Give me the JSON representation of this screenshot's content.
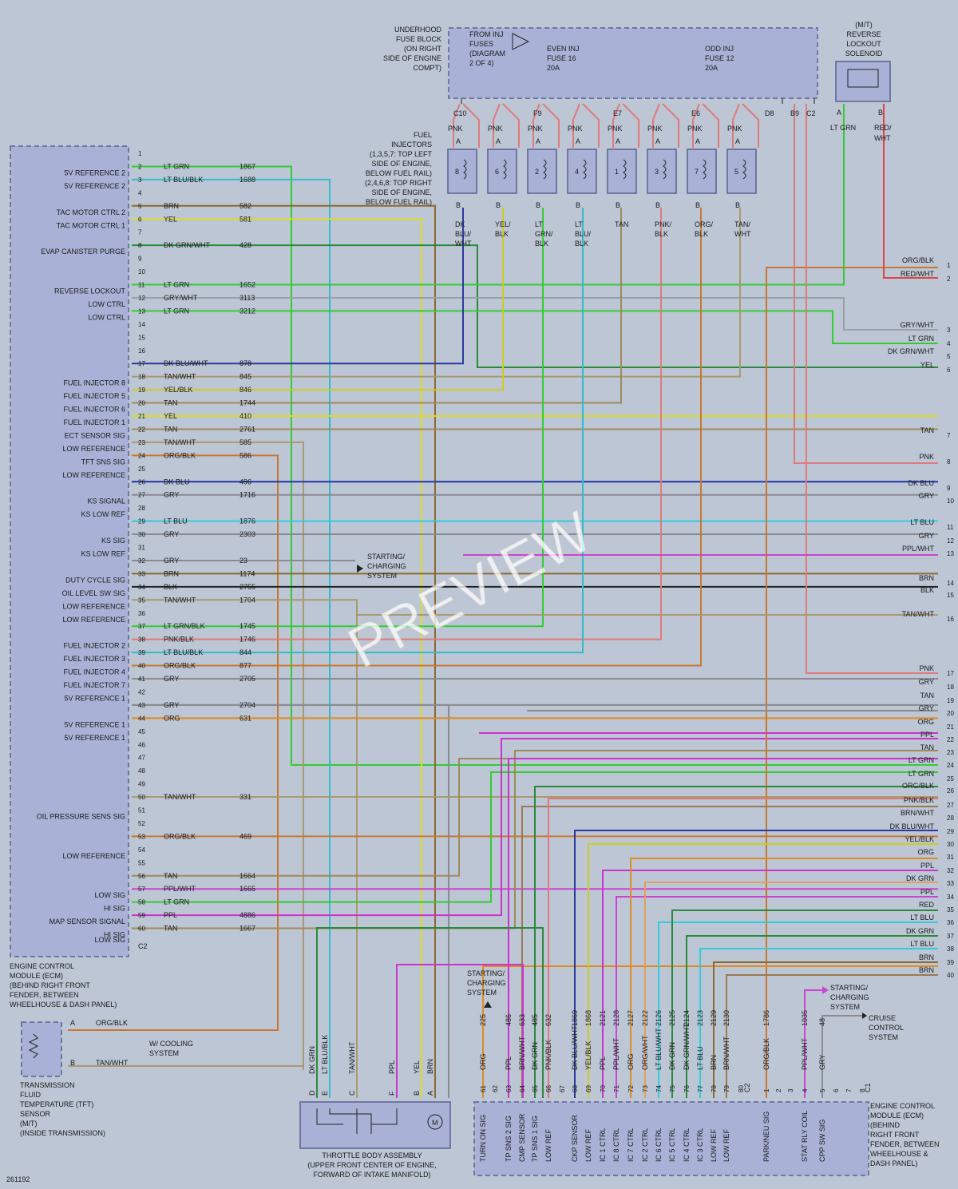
{
  "colors": {
    "background": "#bcc6d4",
    "box": "#a9b2d6",
    "box_stroke": "#5a6190"
  },
  "ecm_top": {
    "label": [
      "ENGINE CONTROL",
      "MODULE (ECM)",
      "(BEHIND RIGHT FRONT",
      "FENDER, BETWEEN",
      "WHEELHOUSE & DASH PANEL)"
    ],
    "connector": "C2",
    "pins": [
      {
        "n": "1",
        "sig": "",
        "wire": "",
        "circ": "",
        "color": ""
      },
      {
        "n": "2",
        "sig": "5V REFERENCE 2",
        "wire": "LT GRN",
        "circ": "1867",
        "color": "#33cc33"
      },
      {
        "n": "3",
        "sig": "5V REFERENCE 2",
        "wire": "LT BLU/BLK",
        "circ": "1688",
        "color": "#33bbcc"
      },
      {
        "n": "4",
        "sig": "",
        "wire": "",
        "circ": "",
        "color": ""
      },
      {
        "n": "5",
        "sig": "TAC MOTOR CTRL 2",
        "wire": "BRN",
        "circ": "582",
        "color": "#8a6a30"
      },
      {
        "n": "6",
        "sig": "TAC MOTOR CTRL 1",
        "wire": "YEL",
        "circ": "581",
        "color": "#dddd22"
      },
      {
        "n": "7",
        "sig": "",
        "wire": "",
        "circ": "",
        "color": ""
      },
      {
        "n": "8",
        "sig": "EVAP CANISTER PURGE",
        "wire": "DK GRN/WHT",
        "circ": "428",
        "color": "#2a8a3a"
      },
      {
        "n": "9",
        "sig": "",
        "wire": "",
        "circ": "",
        "color": ""
      },
      {
        "n": "10",
        "sig": "",
        "wire": "",
        "circ": "",
        "color": ""
      },
      {
        "n": "11",
        "sig": "REVERSE LOCKOUT",
        "wire": "LT GRN",
        "circ": "1652",
        "color": "#33cc33"
      },
      {
        "n": "12",
        "sig": "LOW CTRL",
        "wire": "GRY/WHT",
        "circ": "3113",
        "color": "#9aa0a8"
      },
      {
        "n": "13",
        "sig": "LOW CTRL",
        "wire": "LT GRN",
        "circ": "3212",
        "color": "#33cc33"
      },
      {
        "n": "14",
        "sig": "",
        "wire": "",
        "circ": "",
        "color": ""
      },
      {
        "n": "15",
        "sig": "",
        "wire": "",
        "circ": "",
        "color": ""
      },
      {
        "n": "16",
        "sig": "",
        "wire": "",
        "circ": "",
        "color": ""
      },
      {
        "n": "17",
        "sig": "",
        "wire": "DK BLU/WHT",
        "circ": "878",
        "color": "#2a3a9a"
      },
      {
        "n": "18",
        "sig": "FUEL INJECTOR 8",
        "wire": "TAN/WHT",
        "circ": "845",
        "color": "#a89a70"
      },
      {
        "n": "19",
        "sig": "FUEL INJECTOR 5",
        "wire": "YEL/BLK",
        "circ": "846",
        "color": "#cccc22"
      },
      {
        "n": "20",
        "sig": "FUEL INJECTOR 6",
        "wire": "TAN",
        "circ": "1744",
        "color": "#a08a5a"
      },
      {
        "n": "21",
        "sig": "FUEL INJECTOR 1",
        "wire": "YEL",
        "circ": "410",
        "color": "#dddd22"
      },
      {
        "n": "22",
        "sig": "ECT SENSOR SIG",
        "wire": "TAN",
        "circ": "2761",
        "color": "#a08a5a"
      },
      {
        "n": "23",
        "sig": "LOW REFERENCE",
        "wire": "TAN/WHT",
        "circ": "585",
        "color": "#a89a70"
      },
      {
        "n": "24",
        "sig": "TFT SNS SIG",
        "wire": "ORG/BLK",
        "circ": "586",
        "color": "#c87830"
      },
      {
        "n": "25",
        "sig": "LOW REFERENCE",
        "wire": "",
        "circ": "",
        "color": ""
      },
      {
        "n": "26",
        "sig": "",
        "wire": "DK BLU",
        "circ": "496",
        "color": "#2233aa"
      },
      {
        "n": "27",
        "sig": "KS SIGNAL",
        "wire": "GRY",
        "circ": "1716",
        "color": "#8a8a90"
      },
      {
        "n": "28",
        "sig": "KS LOW REF",
        "wire": "",
        "circ": "",
        "color": ""
      },
      {
        "n": "29",
        "sig": "",
        "wire": "LT BLU",
        "circ": "1876",
        "color": "#33ccdd"
      },
      {
        "n": "30",
        "sig": "KS SIG",
        "wire": "GRY",
        "circ": "2303",
        "color": "#8a8a90"
      },
      {
        "n": "31",
        "sig": "KS LOW REF",
        "wire": "",
        "circ": "",
        "color": ""
      },
      {
        "n": "32",
        "sig": "",
        "wire": "GRY",
        "circ": "23",
        "color": "#8a8a90"
      },
      {
        "n": "33",
        "sig": "DUTY CYCLE SIG",
        "wire": "BRN",
        "circ": "1174",
        "color": "#8a6a30"
      },
      {
        "n": "34",
        "sig": "OIL LEVEL SW SIG",
        "wire": "BLK",
        "circ": "2755",
        "color": "#222222"
      },
      {
        "n": "35",
        "sig": "LOW REFERENCE",
        "wire": "TAN/WHT",
        "circ": "1704",
        "color": "#a89a70"
      },
      {
        "n": "36",
        "sig": "LOW REFERENCE",
        "wire": "",
        "circ": "",
        "color": ""
      },
      {
        "n": "37",
        "sig": "",
        "wire": "LT GRN/BLK",
        "circ": "1745",
        "color": "#33cc33"
      },
      {
        "n": "38",
        "sig": "FUEL INJECTOR 2",
        "wire": "PNK/BLK",
        "circ": "1746",
        "color": "#e07a7a"
      },
      {
        "n": "39",
        "sig": "FUEL INJECTOR 3",
        "wire": "LT BLU/BLK",
        "circ": "844",
        "color": "#33bbcc"
      },
      {
        "n": "40",
        "sig": "FUEL INJECTOR 4",
        "wire": "ORG/BLK",
        "circ": "877",
        "color": "#c87830"
      },
      {
        "n": "41",
        "sig": "FUEL INJECTOR 7",
        "wire": "GRY",
        "circ": "2705",
        "color": "#8a8a90"
      },
      {
        "n": "42",
        "sig": "5V REFERENCE 1",
        "wire": "",
        "circ": "",
        "color": ""
      },
      {
        "n": "43",
        "sig": "",
        "wire": "GRY",
        "circ": "2704",
        "color": "#8a8a90"
      },
      {
        "n": "44",
        "sig": "5V REFERENCE 1",
        "wire": "ORG",
        "circ": "631",
        "color": "#e08a22"
      },
      {
        "n": "45",
        "sig": "5V REFERENCE 1",
        "wire": "",
        "circ": "",
        "color": ""
      },
      {
        "n": "46",
        "sig": "",
        "wire": "",
        "circ": "",
        "color": ""
      },
      {
        "n": "47",
        "sig": "",
        "wire": "",
        "circ": "",
        "color": ""
      },
      {
        "n": "48",
        "sig": "",
        "wire": "",
        "circ": "",
        "color": ""
      },
      {
        "n": "49",
        "sig": "",
        "wire": "",
        "circ": "",
        "color": ""
      },
      {
        "n": "50",
        "sig": "",
        "wire": "TAN/WHT",
        "circ": "331",
        "color": "#a89a70"
      },
      {
        "n": "51",
        "sig": "OIL PRESSURE SENS SIG",
        "wire": "",
        "circ": "",
        "color": ""
      },
      {
        "n": "52",
        "sig": "",
        "wire": "",
        "circ": "",
        "color": ""
      },
      {
        "n": "53",
        "sig": "",
        "wire": "ORG/BLK",
        "circ": "469",
        "color": "#c87830"
      },
      {
        "n": "54",
        "sig": "LOW REFERENCE",
        "wire": "",
        "circ": "",
        "color": ""
      },
      {
        "n": "55",
        "sig": "",
        "wire": "",
        "circ": "",
        "color": ""
      },
      {
        "n": "56",
        "sig": "",
        "wire": "TAN",
        "circ": "1664",
        "color": "#a08a5a"
      },
      {
        "n": "57",
        "sig": "LOW SIG",
        "wire": "PPL/WHT",
        "circ": "1665",
        "color": "#cc44cc"
      },
      {
        "n": "58",
        "sig": "HI SIG",
        "wire": "LT GRN",
        "circ": "",
        "color": "#33cc33"
      },
      {
        "n": "59",
        "sig": "MAP SENSOR SIGNAL",
        "wire": "PPL",
        "circ": "4886",
        "color": "#cc33cc"
      },
      {
        "n": "60",
        "sig": "HI SIG",
        "wire": "TAN",
        "circ": "1667",
        "color": "#a08a5a"
      }
    ],
    "extra_sig": "LOW SIG"
  },
  "fuse_block": {
    "label": [
      "UNDERHOOD",
      "FUSE BLOCK",
      "(ON RIGHT",
      "SIDE OF ENGINE",
      "COMPT)"
    ],
    "from_inj": [
      "FROM INJ",
      "FUSES",
      "(DIAGRAM",
      "2 OF 4)"
    ],
    "even": [
      "EVEN INJ",
      "FUSE 16",
      "20A"
    ],
    "odd": [
      "ODD INJ",
      "FUSE 12",
      "20A"
    ],
    "terminals": [
      "C10",
      "F9",
      "E7",
      "E6",
      "D8",
      "B9",
      "C2"
    ]
  },
  "solenoid": {
    "label": [
      "(M/T)",
      "REVERSE",
      "LOCKOUT",
      "SOLENOID"
    ],
    "pins": [
      "A",
      "B"
    ],
    "wires": [
      "LT GRN",
      "RED/WHT"
    ]
  },
  "injectors": {
    "label": [
      "FUEL",
      "INJECTORS",
      "(1,3,5,7: TOP LEFT",
      "SIDE OF ENGINE,",
      "BELOW FUEL RAIL)",
      "(2,4,6,8: TOP RIGHT",
      "SIDE OF ENGINE,",
      "BELOW FUEL RAIL)"
    ],
    "items": [
      {
        "num": "8",
        "bottom": [
          "DK",
          "BLU/",
          "WHT"
        ],
        "color": "#2a3a9a"
      },
      {
        "num": "6",
        "bottom": [
          "YEL/",
          "BLK"
        ],
        "color": "#cccc22"
      },
      {
        "num": "2",
        "bottom": [
          "LT",
          "GRN/",
          "BLK"
        ],
        "color": "#33cc33"
      },
      {
        "num": "4",
        "bottom": [
          "LT",
          "BLU/",
          "BLK"
        ],
        "color": "#33bbcc"
      },
      {
        "num": "1",
        "bottom": [
          "TAN"
        ],
        "color": "#a08a5a"
      },
      {
        "num": "3",
        "bottom": [
          "PNK/",
          "BLK"
        ],
        "color": "#e07a7a"
      },
      {
        "num": "7",
        "bottom": [
          "ORG/",
          "BLK"
        ],
        "color": "#c87830"
      },
      {
        "num": "5",
        "bottom": [
          "TAN/",
          "WHT"
        ],
        "color": "#a89a70"
      }
    ],
    "top_wire": "PNK",
    "pin_a": "A",
    "pin_b": "B"
  },
  "right_connectors": [
    {
      "n": "1",
      "w": "ORG/BLK"
    },
    {
      "n": "2",
      "w": "RED/WHT"
    },
    {
      "n": "3",
      "w": "GRY/WHT"
    },
    {
      "n": "4",
      "w": "LT GRN"
    },
    {
      "n": "5",
      "w": "DK GRN/WHT"
    },
    {
      "n": "6",
      "w": "YEL"
    },
    {
      "n": "7",
      "w": "TAN"
    },
    {
      "n": "8",
      "w": "PNK"
    },
    {
      "n": "9",
      "w": "DK BLU"
    },
    {
      "n": "10",
      "w": "GRY"
    },
    {
      "n": "11",
      "w": "LT BLU"
    },
    {
      "n": "12",
      "w": "GRY"
    },
    {
      "n": "13",
      "w": "PPL/WHT"
    },
    {
      "n": "14",
      "w": "BRN"
    },
    {
      "n": "15",
      "w": "BLK"
    },
    {
      "n": "16",
      "w": "TAN/WHT"
    },
    {
      "n": "17",
      "w": "PNK"
    },
    {
      "n": "18",
      "w": "GRY"
    },
    {
      "n": "19",
      "w": "TAN"
    },
    {
      "n": "20",
      "w": "GRY"
    },
    {
      "n": "21",
      "w": "ORG"
    },
    {
      "n": "22",
      "w": "PPL"
    },
    {
      "n": "23",
      "w": "TAN"
    },
    {
      "n": "24",
      "w": "LT GRN"
    },
    {
      "n": "25",
      "w": "LT GRN"
    },
    {
      "n": "26",
      "w": "ORG/BLK"
    },
    {
      "n": "27",
      "w": "PNK/BLK"
    },
    {
      "n": "28",
      "w": "BRN/WHT"
    },
    {
      "n": "29",
      "w": "DK BLU/WHT"
    },
    {
      "n": "30",
      "w": "YEL/BLK"
    },
    {
      "n": "31",
      "w": "ORG"
    },
    {
      "n": "32",
      "w": "PPL"
    },
    {
      "n": "33",
      "w": "DK GRN"
    },
    {
      "n": "34",
      "w": "PPL"
    },
    {
      "n": "35",
      "w": "RED"
    },
    {
      "n": "36",
      "w": "LT BLU"
    },
    {
      "n": "37",
      "w": "DK GRN"
    },
    {
      "n": "38",
      "w": "LT BLU"
    },
    {
      "n": "39",
      "w": "BRN"
    },
    {
      "n": "40",
      "w": "BRN"
    }
  ],
  "starting_charging": [
    "STARTING/",
    "CHARGING",
    "SYSTEM"
  ],
  "tft": {
    "label": [
      "TRANSMISSION",
      "FLUID",
      "TEMPERATURE (TFT)",
      "SENSOR",
      "(M/T)",
      "(INSIDE TRANSMISSION)"
    ],
    "pins": [
      "A",
      "B"
    ],
    "wires": [
      "ORG/BLK",
      "TAN/WHT"
    ],
    "cooling": [
      "W/ COOLING",
      "SYSTEM"
    ]
  },
  "throttle": {
    "label": [
      "THROTTLE BODY ASSEMBLY",
      "(UPPER FRONT CENTER OF ENGINE,",
      "FORWARD OF INTAKE MANIFOLD)"
    ],
    "pins": [
      {
        "p": "D",
        "w": "DK GRN"
      },
      {
        "p": "E",
        "w": "LT BLU/BLK"
      },
      {
        "p": "C",
        "w": "TAN/WHT"
      },
      {
        "p": "F",
        "w": "PPL"
      },
      {
        "p": "B",
        "w": "YEL"
      },
      {
        "p": "A",
        "w": "BRN"
      }
    ],
    "motor": "M"
  },
  "ecm_bottom": {
    "label": [
      "ENGINE CONTROL",
      "MODULE (ECM)",
      "(BEHIND",
      "RIGHT FRONT",
      "FENDER, BETWEEN",
      "WHEELHOUSE &",
      "DASH PANEL)"
    ],
    "c2": "C2",
    "c1": "C1",
    "pins": [
      {
        "n": "61",
        "sig": "TURN ON SIG",
        "w": "ORG",
        "c": "225",
        "color": "#e08a22"
      },
      {
        "n": "62",
        "sig": "",
        "w": "",
        "c": "",
        "color": ""
      },
      {
        "n": "63",
        "sig": "TP SNS 2 SIG",
        "w": "PPL",
        "c": "486",
        "color": "#cc33cc"
      },
      {
        "n": "64",
        "sig": "CMP SENSOR",
        "w": "BRN/WHT",
        "c": "633",
        "color": "#9a7a50"
      },
      {
        "n": "65",
        "sig": "TP SNS 1 SIG",
        "w": "DK GRN",
        "c": "485",
        "color": "#2a8a3a"
      },
      {
        "n": "66",
        "sig": "LOW REF",
        "w": "PNK/BLK",
        "c": "632",
        "color": "#e07a7a"
      },
      {
        "n": "67",
        "sig": "",
        "w": "",
        "c": "",
        "color": ""
      },
      {
        "n": "68",
        "sig": "CKP SENSOR",
        "w": "DK BLU/WHT",
        "c": "1869",
        "color": "#2a3a9a"
      },
      {
        "n": "69",
        "sig": "LOW REF",
        "w": "YEL/BLK",
        "c": "1868",
        "color": "#cccc22"
      },
      {
        "n": "70",
        "sig": "IC 1 CTRL",
        "w": "PPL",
        "c": "2121",
        "color": "#cc33cc"
      },
      {
        "n": "71",
        "sig": "IC 8 CTRL",
        "w": "PPL/WHT",
        "c": "2128",
        "color": "#cc44cc"
      },
      {
        "n": "72",
        "sig": "IC 7 CTRL",
        "w": "ORG",
        "c": "2127",
        "color": "#e08a22"
      },
      {
        "n": "73",
        "sig": "IC 2 CTRL",
        "w": "ORG/WHT",
        "c": "2122",
        "color": "#e0a060"
      },
      {
        "n": "74",
        "sig": "IC 6 CTRL",
        "w": "LT BLU/WHT",
        "c": "2126",
        "color": "#33ccdd"
      },
      {
        "n": "75",
        "sig": "IC 5 CTRL",
        "w": "DK GRN",
        "c": "2125",
        "color": "#2a8a3a"
      },
      {
        "n": "76",
        "sig": "IC 4 CTRL",
        "w": "DK GRN/WHT",
        "c": "2124",
        "color": "#2a8a3a"
      },
      {
        "n": "77",
        "sig": "IC 3 CTRL",
        "w": "LT BLU",
        "c": "2123",
        "color": "#33ccdd"
      },
      {
        "n": "78",
        "sig": "LOW REF",
        "w": "BRN",
        "c": "2129",
        "color": "#8a6a30"
      },
      {
        "n": "79",
        "sig": "LOW REF",
        "w": "BRN/WHT",
        "c": "2130",
        "color": "#9a7a50"
      },
      {
        "n": "80",
        "sig": "",
        "w": "",
        "c": "",
        "color": ""
      },
      {
        "n": "1",
        "sig": "PARK/NEU SIG",
        "w": "ORG/BLK",
        "c": "1786",
        "color": "#c87830"
      },
      {
        "n": "2",
        "sig": "",
        "w": "",
        "c": "",
        "color": ""
      },
      {
        "n": "3",
        "sig": "",
        "w": "",
        "c": "",
        "color": ""
      },
      {
        "n": "4",
        "sig": "STAT RLY COIL",
        "w": "PPL/WHT",
        "c": "1035",
        "color": "#cc44cc"
      },
      {
        "n": "5",
        "sig": "CPP SW SIG",
        "w": "GRY",
        "c": "48",
        "color": "#8a8a90"
      },
      {
        "n": "6",
        "sig": "",
        "w": "",
        "c": "",
        "color": ""
      },
      {
        "n": "7",
        "sig": "",
        "w": "",
        "c": "",
        "color": ""
      },
      {
        "n": "8",
        "sig": "",
        "w": "",
        "c": "",
        "color": ""
      }
    ]
  },
  "cruise": [
    "CRUISE",
    "CONTROL",
    "SYSTEM"
  ],
  "watermark": "PREVIEW",
  "diagram_id": "261192"
}
